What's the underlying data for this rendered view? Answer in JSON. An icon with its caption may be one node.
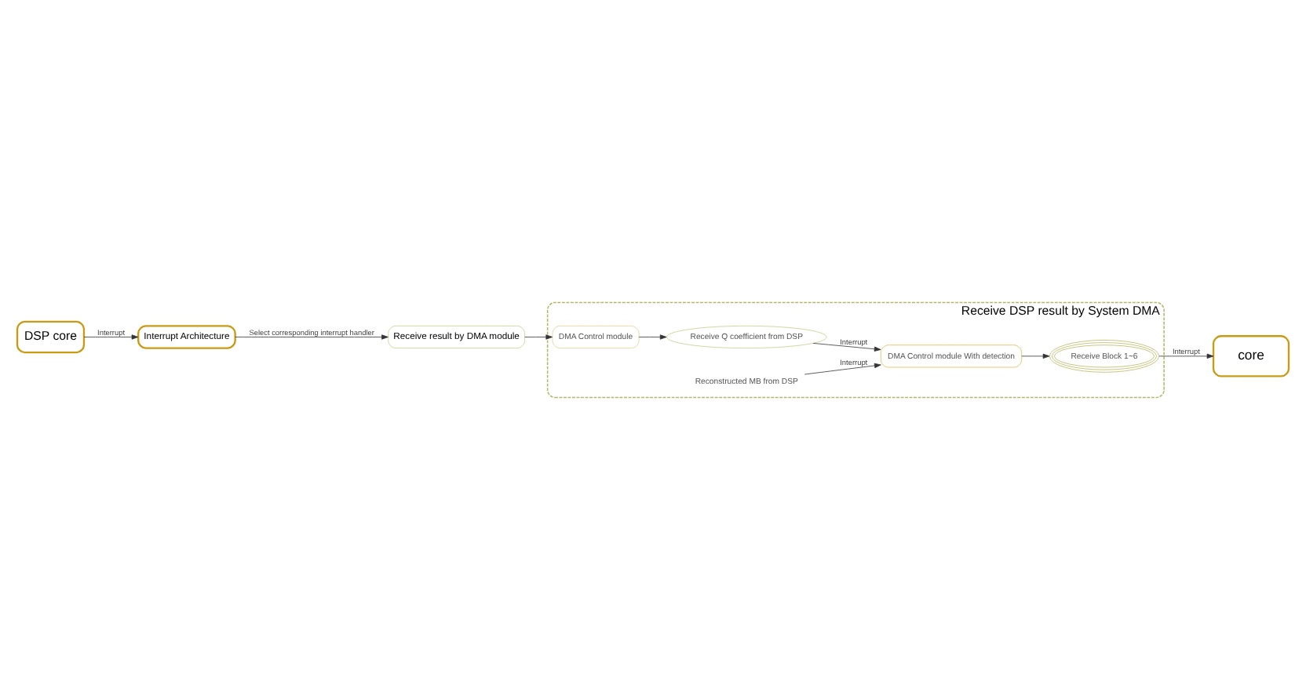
{
  "diagram": {
    "nodes": [
      {
        "text": [
          "Receive DSP result by System DMA"
        ]
      },
      {
        "text": [
          "DMA Control module"
        ],
        "in": 0
      },
      {
        "text": [
          "Receive Q coefficient from DSP"
        ],
        "in": 0
      },
      {
        "text": [
          "Reconstructed MB from DSP"
        ],
        "in": 0
      },
      {
        "text": [
          "DMA Control module With detection"
        ],
        "in": 0
      },
      {
        "text": [
          "Receive Block 1~6"
        ],
        "in": 0
      },
      {
        "text": [
          "Receive result by DMA module"
        ]
      },
      {
        "text": [
          "Interrupt Architecture"
        ]
      },
      {
        "text": [
          "core"
        ]
      },
      {
        "text": [
          "DSP core"
        ]
      }
    ],
    "edges": [
      {
        "from": 1,
        "to": 2,
        "arrow": "to"
      },
      {
        "from": 2,
        "to": 4,
        "arrow": "to",
        "label": "Interrupt"
      },
      {
        "from": 4,
        "to": 5,
        "arrow": "to"
      },
      {
        "from": 3,
        "to": 4,
        "arrow": "to",
        "label": "Interrupt"
      },
      {
        "from": 5,
        "to": 8,
        "arrow": "to",
        "label": "Interrupt"
      },
      {
        "from": 6,
        "to": 1,
        "arrow": "to"
      },
      {
        "from": 7,
        "to": 6,
        "arrow": "to",
        "label": "Select corresponding interrupt handler"
      },
      {
        "from": 9,
        "to": 7,
        "arrow": "to",
        "label": "Interrupt"
      }
    ]
  }
}
